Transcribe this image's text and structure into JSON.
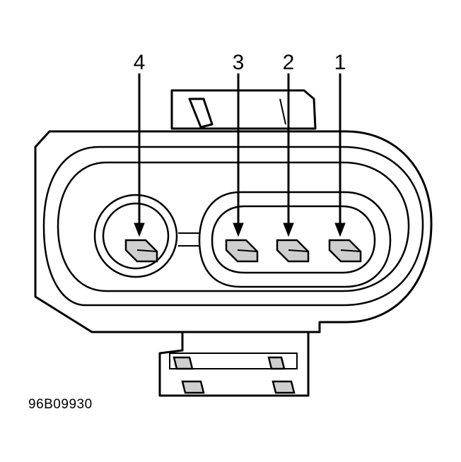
{
  "pins": [
    {
      "label": "4"
    },
    {
      "label": "3"
    },
    {
      "label": "2"
    },
    {
      "label": "1"
    }
  ],
  "figure_code": "96B09930",
  "colors": {
    "line": "#000000",
    "shade": "#cfcfcf",
    "background": "#ffffff"
  }
}
